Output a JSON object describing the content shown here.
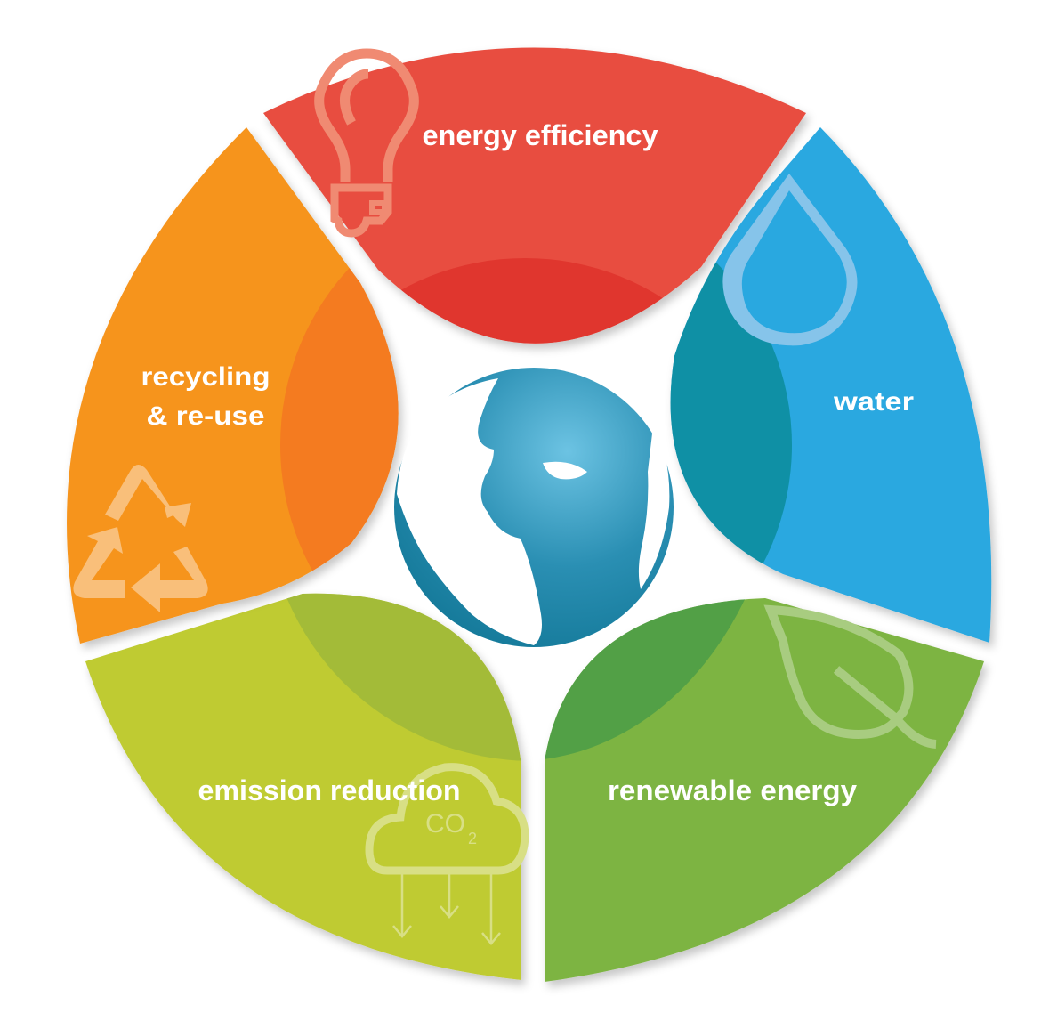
{
  "diagram": {
    "title": "",
    "center": {
      "icon": "globe-icon",
      "colors": {
        "ocean_light": "#6cc3e3",
        "ocean_dark": "#157a9a"
      }
    },
    "segments": [
      {
        "id": "energy-efficiency",
        "label": "energy efficiency",
        "icon": "light-bulb-icon",
        "colors": {
          "main": "#e84e3f",
          "inner": "#e0362e",
          "icon": "#f08a72"
        }
      },
      {
        "id": "water",
        "label": "water",
        "icon": "water-drop-icon",
        "colors": {
          "main": "#29a8e0",
          "inner": "#0f90a5",
          "icon": "#86c4ea"
        }
      },
      {
        "id": "renewable-energy",
        "label": "renewable energy",
        "icon": "leaf-icon",
        "colors": {
          "main": "#7db442",
          "inner": "#52a046",
          "icon": "#a8cc80"
        }
      },
      {
        "id": "emission-reduction",
        "label": "emission reduction",
        "icon": "co2-cloud-icon",
        "icon_text": "CO",
        "icon_subscript": "2",
        "colors": {
          "main": "#bfcb33",
          "inner": "#a3bb38",
          "icon": "#d8df85"
        }
      },
      {
        "id": "recycling",
        "label_line1": "recycling",
        "label_line2": "& re-use",
        "icon": "recycle-icon",
        "colors": {
          "main": "#f6941e",
          "inner": "#f47b20",
          "icon": "#f9bf7a"
        }
      }
    ]
  }
}
